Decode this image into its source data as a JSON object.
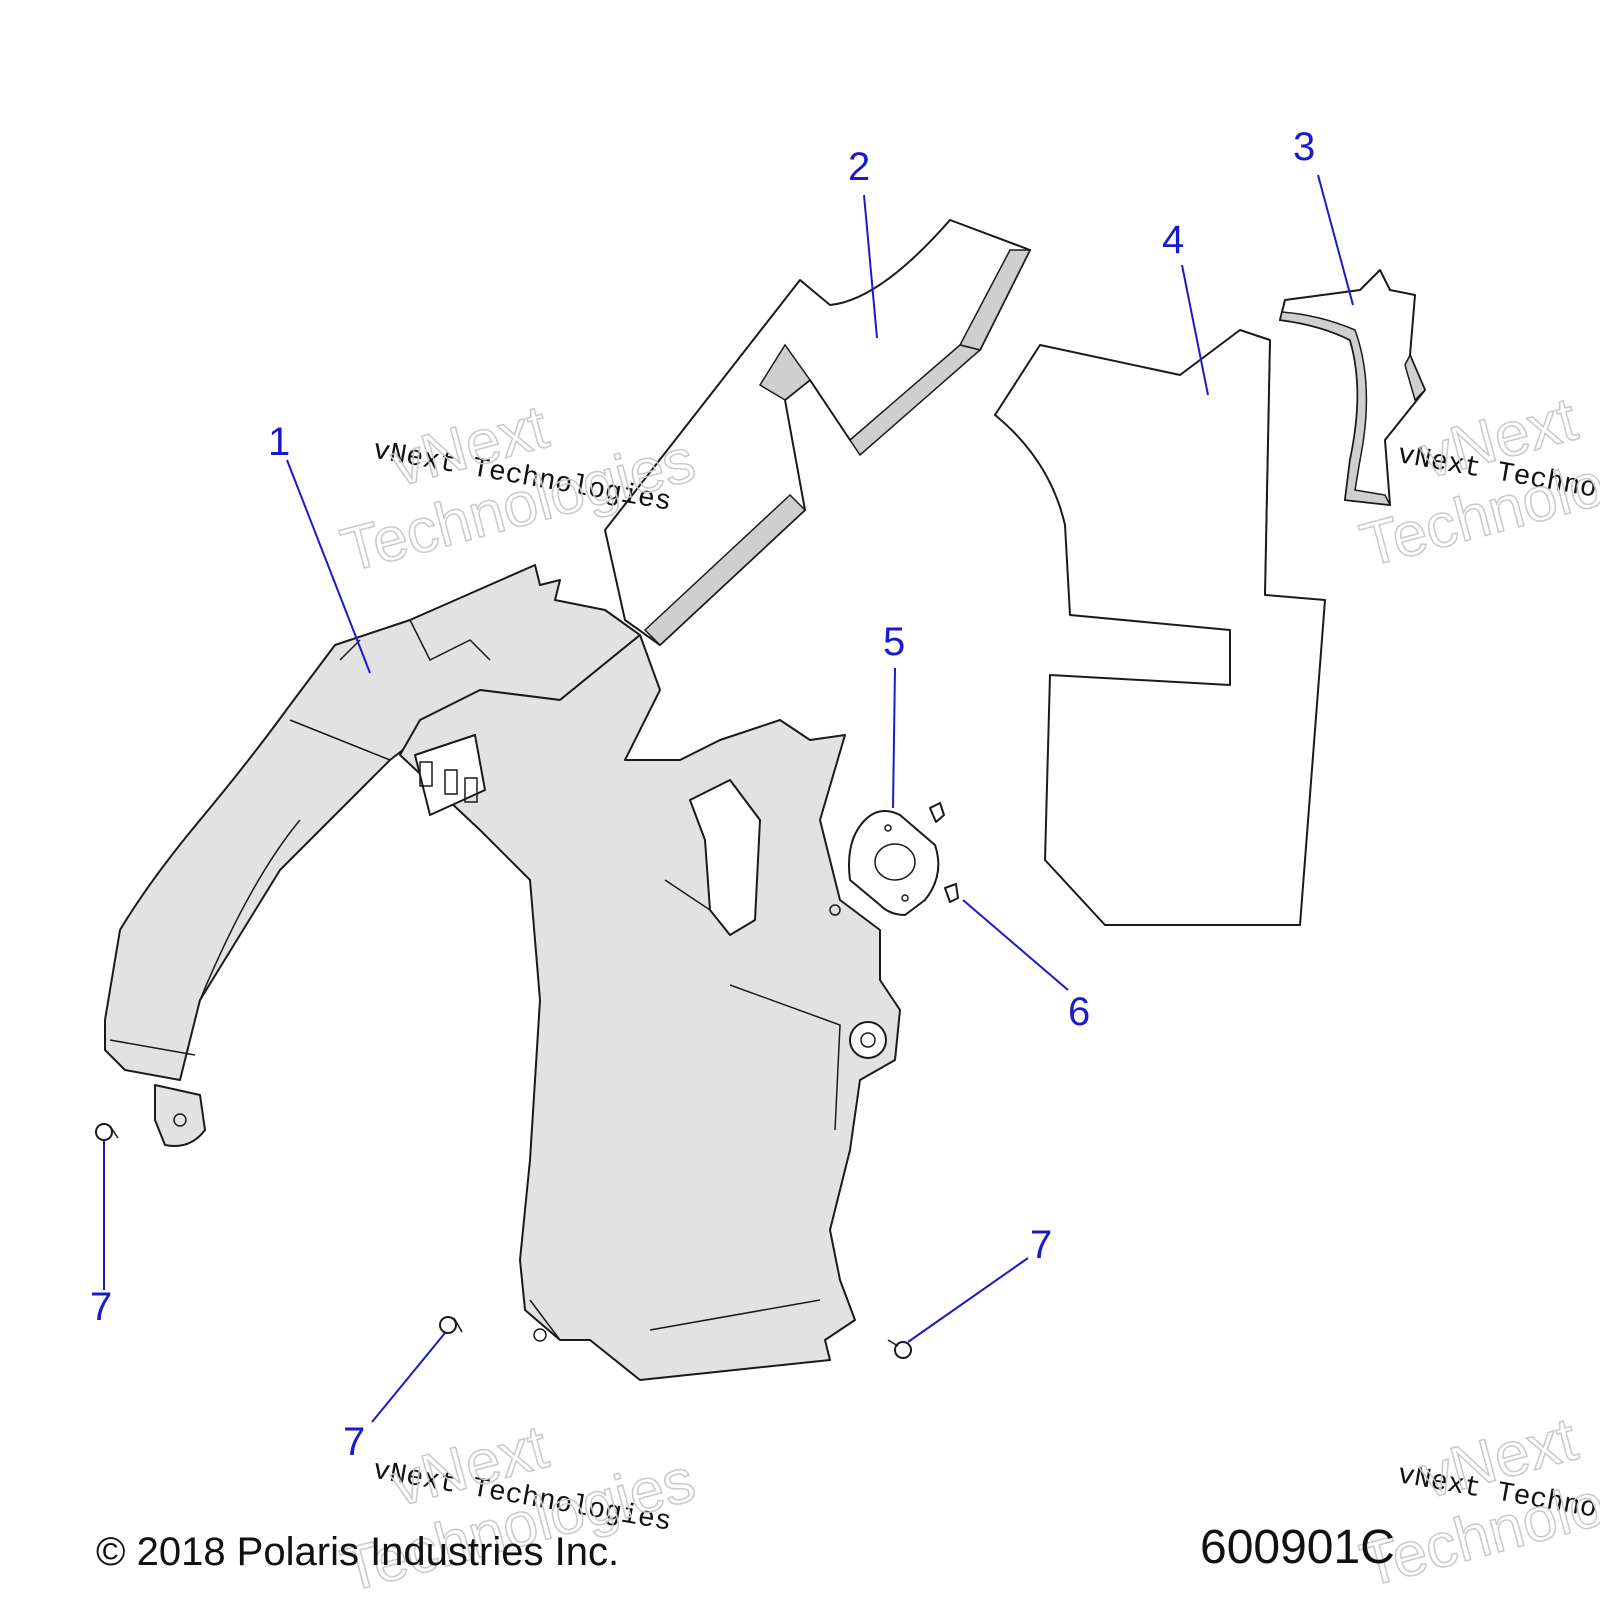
{
  "callouts": {
    "c1": "1",
    "c2": "2",
    "c3": "3",
    "c4": "4",
    "c5": "5",
    "c6": "6",
    "c7a": "7",
    "c7b": "7",
    "c7c": "7"
  },
  "watermark": {
    "line_small": "vNext Technologies",
    "big_top": "vNext",
    "big_bottom": "Technologies"
  },
  "footer": {
    "copyright": "© 2018 Polaris Industries Inc.",
    "drawing_number": "600901C"
  },
  "colors": {
    "callout": "#1a1acc",
    "part_fill": "#e2e2e2"
  }
}
